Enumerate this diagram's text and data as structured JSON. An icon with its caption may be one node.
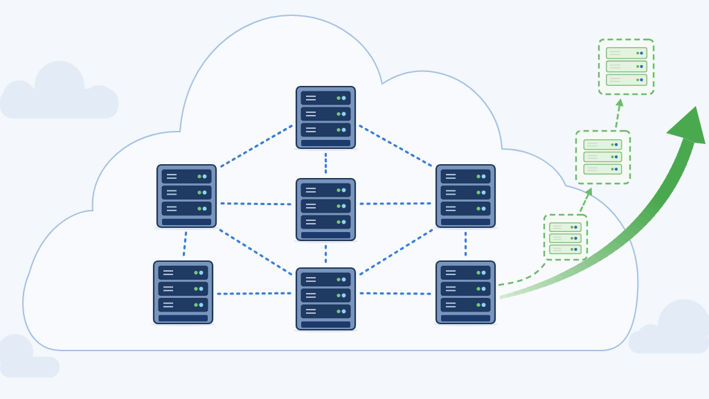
{
  "diagram": {
    "nodes": [
      {
        "text": [],
        "shape": "server"
      },
      {
        "text": [],
        "shape": "server"
      },
      {
        "text": [],
        "shape": "server"
      },
      {
        "text": [],
        "shape": "server"
      },
      {
        "text": [],
        "shape": "server"
      },
      {
        "text": [],
        "shape": "server"
      },
      {
        "text": [],
        "shape": "server"
      },
      {
        "text": [],
        "shape": "box"
      },
      {
        "text": [],
        "shape": "server",
        "in": 7
      },
      {
        "text": [],
        "shape": "box"
      },
      {
        "text": [],
        "shape": "server",
        "in": 9
      },
      {
        "text": [],
        "shape": "box"
      },
      {
        "text": [],
        "shape": "server",
        "in": 11
      }
    ],
    "edges": [
      {
        "from": 0,
        "to": 1,
        "arrow": "none",
        "style": "dashed"
      },
      {
        "from": 0,
        "to": 3,
        "arrow": "none",
        "style": "dashed"
      },
      {
        "from": 0,
        "to": 2,
        "arrow": "none",
        "style": "dashed"
      },
      {
        "from": 1,
        "to": 2,
        "arrow": "none",
        "style": "dashed"
      },
      {
        "from": 2,
        "to": 3,
        "arrow": "none",
        "style": "dashed"
      },
      {
        "from": 1,
        "to": 4,
        "arrow": "none",
        "style": "dashed"
      },
      {
        "from": 1,
        "to": 5,
        "arrow": "none",
        "style": "dashed"
      },
      {
        "from": 2,
        "to": 5,
        "arrow": "none",
        "style": "dashed"
      },
      {
        "from": 3,
        "to": 5,
        "arrow": "none",
        "style": "dashed"
      },
      {
        "from": 3,
        "to": 6,
        "arrow": "none",
        "style": "dashed"
      },
      {
        "from": 4,
        "to": 5,
        "arrow": "none",
        "style": "dashed"
      },
      {
        "from": 5,
        "to": 6,
        "arrow": "none",
        "style": "dashed"
      },
      {
        "from": 6,
        "to": 7,
        "arrow": "none",
        "style": "dashed",
        "color": "#6dbb6d"
      },
      {
        "from": 7,
        "to": 9,
        "arrow": "to",
        "style": "dashed",
        "color": "#6dbb6d"
      },
      {
        "from": 9,
        "to": 11,
        "arrow": "to",
        "style": "dashed",
        "color": "#6dbb6d"
      }
    ]
  }
}
